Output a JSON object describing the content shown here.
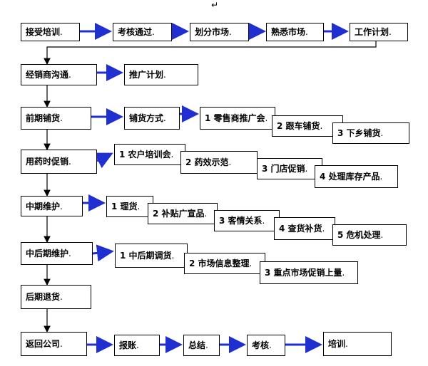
{
  "top_mark": "↵",
  "row1": [
    "接受培训",
    "考核通过",
    "划分市场",
    "熟悉市场",
    "工作计划"
  ],
  "row2": [
    "经销商沟通",
    "推广计划"
  ],
  "row3": [
    "前期铺货",
    "铺货方式",
    "1 零售商推广会",
    "2 跟车铺货",
    "3 下乡铺货"
  ],
  "row4": [
    "用药时促销",
    "1 农户培训会",
    "2 药效示范",
    "3 门店促销",
    "4 处理库存产品"
  ],
  "row5": [
    "中期维护",
    "1 理货",
    "2 补贴广宣品",
    "3 客情关系",
    "4 查货补货",
    "5 危机处理"
  ],
  "row6": [
    "中后期维护",
    "1 中后期调货",
    "2 市场信息整理",
    "3 重点市场促销上量"
  ],
  "row7": [
    "后期退货"
  ],
  "row8": [
    "返回公司",
    "报账",
    "总结",
    "考核",
    "培训"
  ],
  "colors": {
    "arrow_blue": "#1f2fd0",
    "arrow_black": "#000000"
  }
}
